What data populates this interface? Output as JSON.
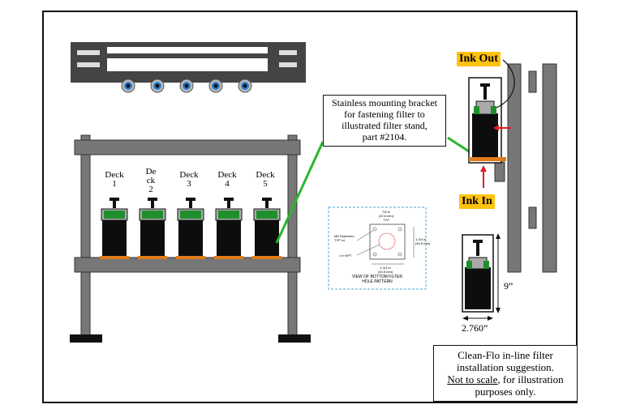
{
  "callout": {
    "line1": "Stainless mounting bracket",
    "line2": "for fastening filter to",
    "line3": "illustrated filter stand,",
    "line4": "part #2104."
  },
  "decks": [
    {
      "label": "Deck\n1"
    },
    {
      "label": "De\nck\n2"
    },
    {
      "label": "Deck\n3"
    },
    {
      "label": "Deck\n4"
    },
    {
      "label": "Deck\n5"
    }
  ],
  "ink_out": "Ink Out",
  "ink_in": "Ink In",
  "dimensions": {
    "height": "9”",
    "width": "2.760”"
  },
  "hole_pattern": {
    "top_dim": "7/8 in",
    "top_dim_mm": "(22.6 mm)",
    "top_typ": "TYP",
    "fastener_1": "M6 Fasteners",
    "fastener_2": "TYP x4",
    "npt": "1 in NPT",
    "side_dim": "1-3/4 in",
    "side_dim_mm": "(44.5 mm)",
    "bottom_dim": "1-3/4 in",
    "bottom_dim_mm": "(44.5 mm)",
    "caption_1": "VIEW OF BOTTOM FILTER",
    "caption_2": "HOLE PATTERN"
  },
  "note": {
    "line1": "Clean-Flo in-line filter",
    "line2": "installation suggestion.",
    "line3_underlined": "Not to scale",
    "line3_rest": ", for illustration",
    "line4": "purposes only."
  },
  "colors": {
    "steel": "#7a7a7a",
    "filter_body": "#0d0d0d",
    "filter_cap": "#1f8f2e",
    "bracket": "#e07b1a",
    "ink_label": "#ffc20e",
    "leader": "#2db52d",
    "arrow": "#d81f26",
    "nozzle_ring": "#2a7fd0"
  }
}
